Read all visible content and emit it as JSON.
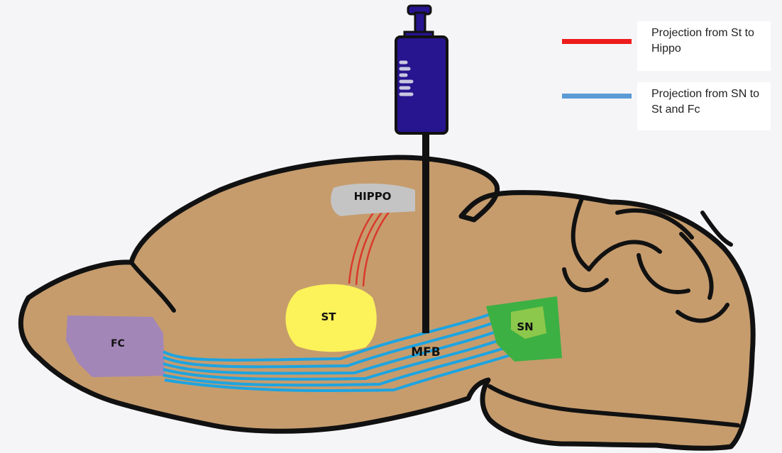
{
  "legend": {
    "items": [
      {
        "label": "Projection from St to Hippo",
        "color": "#ee1c1c"
      },
      {
        "label": "Projection from SN to St and Fc",
        "color": "#5b9bd5"
      }
    ]
  },
  "regions": {
    "fc": {
      "label": "FC",
      "color": "#a286b8"
    },
    "st": {
      "label": "ST",
      "color": "#fcf25a"
    },
    "hippo": {
      "label": "HIPPO",
      "color": "#c4c4c4"
    },
    "sn": {
      "label": "SN",
      "color": "#3cb043",
      "inner_color": "#8cc84b"
    },
    "mfb": {
      "label": "MFB"
    }
  },
  "colors": {
    "brain_fill": "#c69c6d",
    "outline": "#111111",
    "tract_blue": "#1ea4e0",
    "tract_red": "#d93a2b",
    "syringe_body": "#27148f"
  },
  "icons": [
    "syringe-icon"
  ]
}
